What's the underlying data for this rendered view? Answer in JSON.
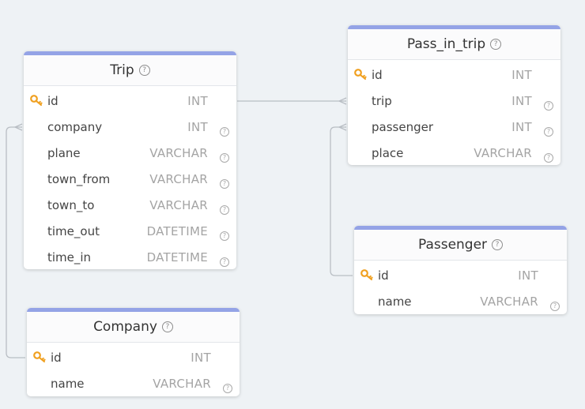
{
  "tables": {
    "trip": {
      "title": "Trip",
      "columns": [
        {
          "name": "id",
          "type": "INT",
          "pk": true
        },
        {
          "name": "company",
          "type": "INT"
        },
        {
          "name": "plane",
          "type": "VARCHAR"
        },
        {
          "name": "town_from",
          "type": "VARCHAR"
        },
        {
          "name": "town_to",
          "type": "VARCHAR"
        },
        {
          "name": "time_out",
          "type": "DATETIME"
        },
        {
          "name": "time_in",
          "type": "DATETIME"
        }
      ]
    },
    "pass_in_trip": {
      "title": "Pass_in_trip",
      "columns": [
        {
          "name": "id",
          "type": "INT",
          "pk": true
        },
        {
          "name": "trip",
          "type": "INT"
        },
        {
          "name": "passenger",
          "type": "INT"
        },
        {
          "name": "place",
          "type": "VARCHAR"
        }
      ]
    },
    "passenger": {
      "title": "Passenger",
      "columns": [
        {
          "name": "id",
          "type": "INT",
          "pk": true
        },
        {
          "name": "name",
          "type": "VARCHAR"
        }
      ]
    },
    "company": {
      "title": "Company",
      "columns": [
        {
          "name": "id",
          "type": "INT",
          "pk": true
        },
        {
          "name": "name",
          "type": "VARCHAR"
        }
      ]
    }
  },
  "colors": {
    "header_accent": "#94a3e6",
    "primary_key": "#f0a020",
    "connector": "#b9bec4"
  },
  "icons": {
    "primary_key": "key-icon",
    "help": "help-icon"
  }
}
